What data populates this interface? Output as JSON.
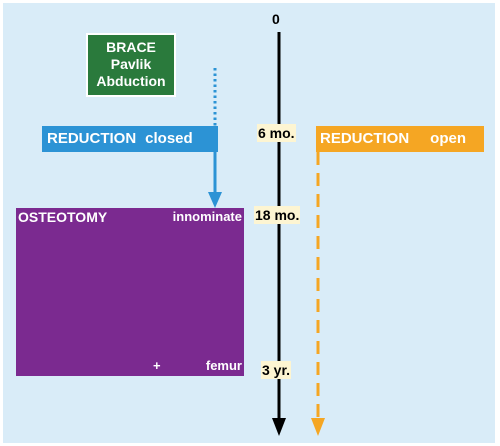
{
  "timeline": {
    "ticks": [
      {
        "label": "0"
      },
      {
        "label": "6 mo."
      },
      {
        "label": "18 mo."
      },
      {
        "label": "3 yr."
      }
    ]
  },
  "brace": {
    "lines": [
      "BRACE",
      "Pavlik",
      "Abduction"
    ],
    "color": "#2a7a3c"
  },
  "reduction_closed": {
    "label": "REDUCTION",
    "qualifier": "closed",
    "color": "#2c93d5"
  },
  "reduction_open": {
    "label": "REDUCTION",
    "qualifier": "open",
    "color": "#f5a623"
  },
  "osteotomy": {
    "label": "OSTEOTOMY",
    "site1": "innominate",
    "plus": "+",
    "site2": "femur",
    "color": "#7b2a90"
  }
}
